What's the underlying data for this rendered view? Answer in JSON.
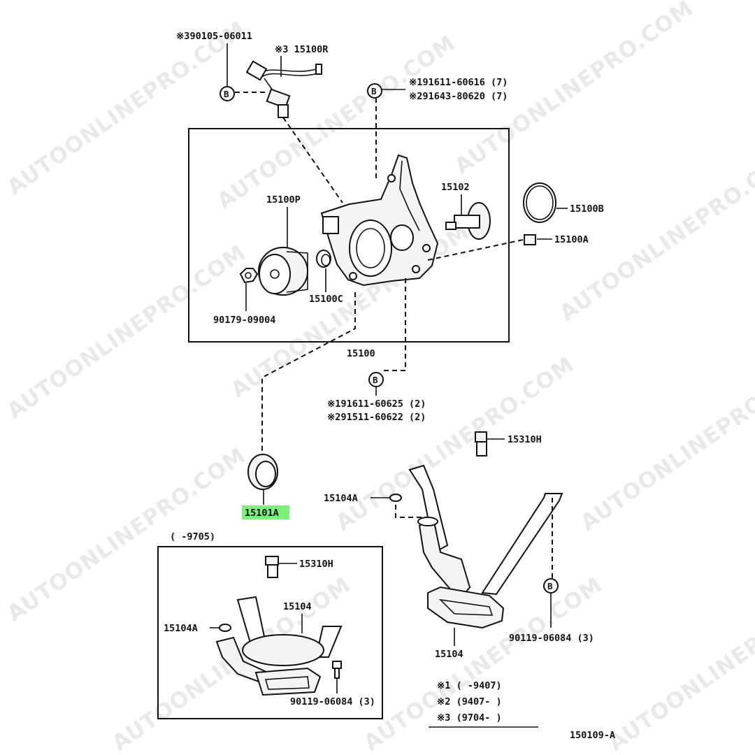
{
  "watermark": "AUTOONLINEPRO.COM",
  "highlight_color": "#7cf07a",
  "labels": {
    "sensor_bolt": "※390105-06011",
    "sensor": "※3 15100R",
    "cover_bolts_1": "※191611-60616 (7)",
    "cover_bolts_2": "※291643-80620 (7)",
    "pump_assy": "15100",
    "rotor": "15100P",
    "nut": "90179-09004",
    "seal_c": "15100C",
    "relief_valve": "15102",
    "o_ring": "15100B",
    "plug": "15100A",
    "lower_bolts_1": "※191611-60625 (2)",
    "lower_bolts_2": "※291511-60622 (2)",
    "oil_seal": "15101A",
    "strainer_stud": "15310H",
    "gasket": "15104A",
    "strainer": "15104",
    "strainer_bolt": "90119-06084 (3)",
    "inset_period": "(      -9705)",
    "inset_stud": "15310H",
    "inset_strainer": "15104",
    "inset_gasket": "15104A",
    "inset_bolt": "90119-06084 (3)",
    "note_1": "※1 (      -9407)",
    "note_2": "※2 (9407-      )",
    "note_3": "※3 (9704-      )",
    "diagram_id": "150109-A",
    "ref_b": "B"
  }
}
